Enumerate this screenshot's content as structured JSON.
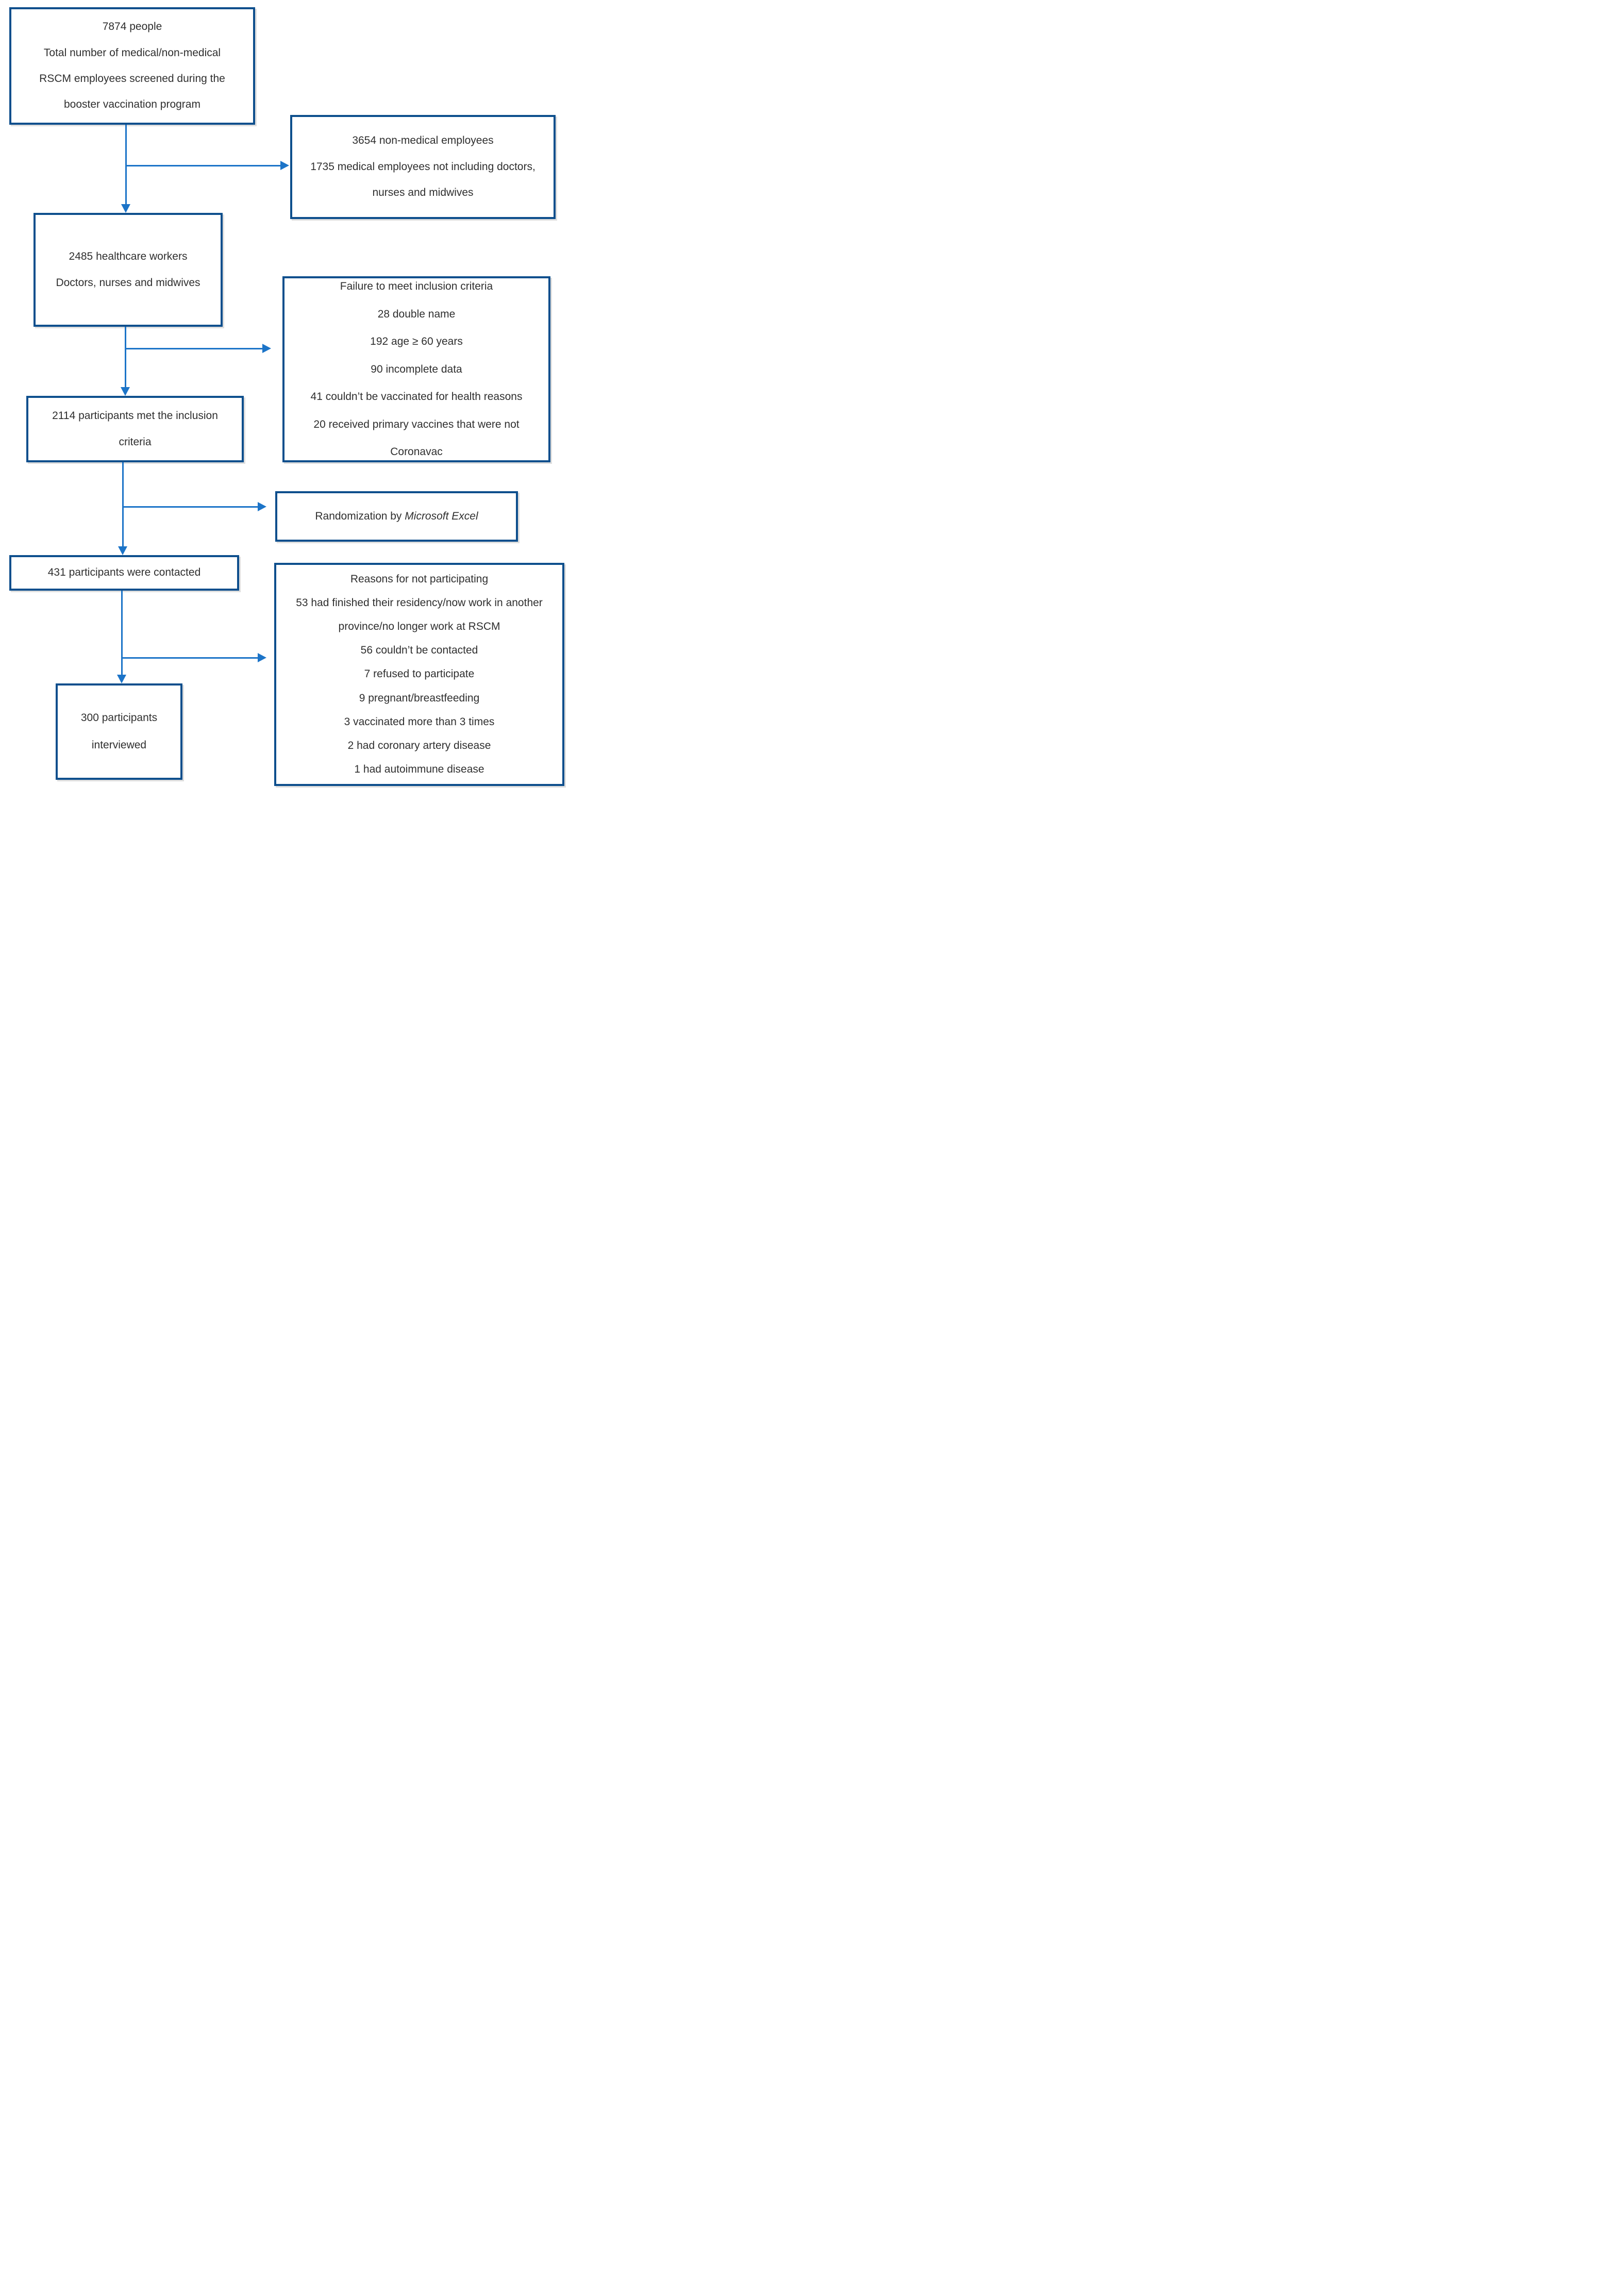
{
  "palette": {
    "box_border": "#0E4F8D",
    "connector_arrow": "#1C74C8",
    "text": "#2F2F2F",
    "background": "#FFFFFF"
  },
  "flow": {
    "screened_box": {
      "lines": [
        "7874 people",
        "Total number of medical/non-medical",
        "RSCM employees screened during the",
        "booster vaccination program"
      ]
    },
    "excluded_employees_box": {
      "lines": [
        "3654 non-medical employees",
        "1735 medical employees not including doctors,",
        "nurses and midwives"
      ]
    },
    "healthcare_workers_box": {
      "lines": [
        "2485 healthcare workers",
        "Doctors, nurses and midwives"
      ]
    },
    "inclusion_failure_box": {
      "lines": [
        "Failure to meet inclusion criteria",
        "28 double name",
        "192 age ≥ 60 years",
        "90 incomplete data",
        "41 couldn’t be vaccinated for health reasons",
        "20 received primary vaccines that were not",
        "Coronavac"
      ]
    },
    "met_criteria_box": {
      "lines": [
        "2114 participants met the inclusion",
        "criteria"
      ]
    },
    "randomization_box": {
      "text_prefix": "Randomization by ",
      "text_italic": "Microsoft Excel"
    },
    "contacted_box": {
      "lines": [
        "431 participants were contacted"
      ]
    },
    "not_participating_box": {
      "lines": [
        "Reasons for not participating",
        "53 had finished their residency/now work in another",
        "province/no longer work at RSCM",
        "56 couldn’t be contacted",
        "7 refused to participate",
        "9 pregnant/breastfeeding",
        "3 vaccinated more than 3 times",
        "2 had coronary artery disease",
        "1 had autoimmune disease"
      ]
    },
    "interviewed_box": {
      "lines": [
        "300 participants",
        "interviewed"
      ]
    }
  }
}
